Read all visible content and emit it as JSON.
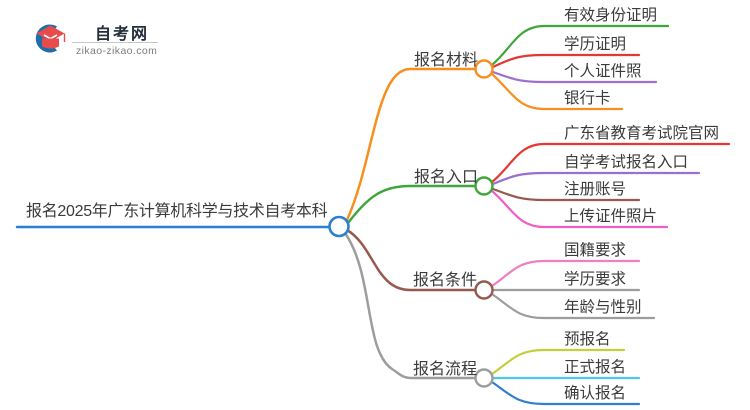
{
  "logo": {
    "title": "自考网",
    "domain": "zikao-zikao.com",
    "icon_blue": "#1e6fa8",
    "icon_red": "#e84b4b",
    "divider_color": "#c8c8c8"
  },
  "mindmap": {
    "root": {
      "label": "报名2025年广东计算机科学与技术自考本科",
      "color": "#2b7fd0"
    },
    "branches": [
      {
        "label": "报名材料",
        "color": "#f78f1e",
        "children": [
          {
            "label": "有效身份证明",
            "color": "#3fa63c"
          },
          {
            "label": "学历证明",
            "color": "#e23a32"
          },
          {
            "label": "个人证件照",
            "color": "#9b6fd0"
          },
          {
            "label": "银行卡",
            "color": "#f78f1e"
          }
        ]
      },
      {
        "label": "报名入口",
        "color": "#3fa63c",
        "children": [
          {
            "label": "广东省教育考试院官网",
            "color": "#e23a32"
          },
          {
            "label": "自学考试报名入口",
            "color": "#9b6fd0"
          },
          {
            "label": "注册账号",
            "color": "#96594e"
          },
          {
            "label": "上传证件照片",
            "color": "#ee5fc4"
          }
        ]
      },
      {
        "label": "报名条件",
        "color": "#96594e",
        "children": [
          {
            "label": "国籍要求",
            "color": "#ef7ec6"
          },
          {
            "label": "学历要求",
            "color": "#9d9d9d"
          },
          {
            "label": "年龄与性别",
            "color": "#9d9d9d"
          }
        ]
      },
      {
        "label": "报名流程",
        "color": "#9d9d9d",
        "children": [
          {
            "label": "预报名",
            "color": "#c5ce3b"
          },
          {
            "label": "正式报名",
            "color": "#4fc8e8"
          },
          {
            "label": "确认报名",
            "color": "#2f80d0"
          }
        ]
      }
    ]
  }
}
